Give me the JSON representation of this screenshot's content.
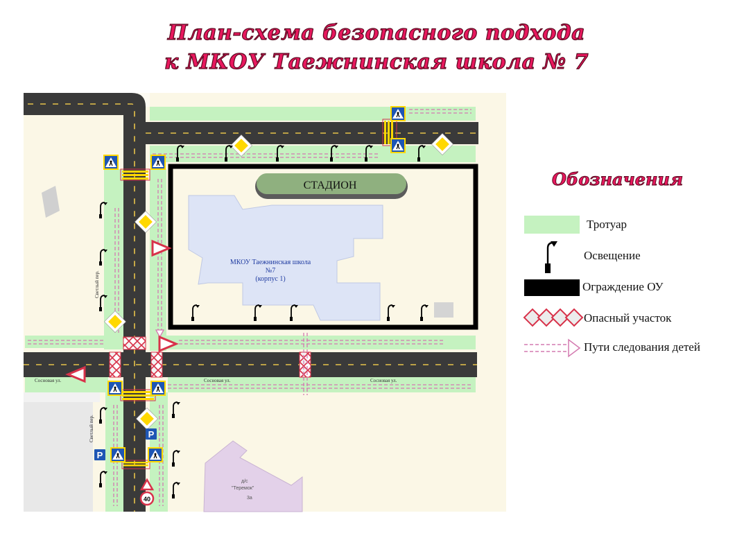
{
  "title": {
    "line1": "План-схема безопасного подхода",
    "line2": "к МКОУ Таежнинская школа № 7"
  },
  "map": {
    "stadium_label": "СТАДИОН",
    "school_label_line1": "МКОУ Таежнинская школа",
    "school_label_line2": "№7",
    "school_label_line3": "(корпус 1)",
    "street_sosnovaya_1": "Сосновая ул.",
    "street_sosnovaya_2": "Сосновая ул.",
    "street_sosnovaya_3": "Сосновая ул.",
    "street_svetly_1": "Светлый пер.",
    "street_svetly_2": "Светлый пер.",
    "kindergarten_line1": "д/с",
    "kindergarten_line2": "\"Теремок\"",
    "kindergarten_number": "3а",
    "speed_limit": "40",
    "parking_letter": "P"
  },
  "legend": {
    "title": "Обозначения",
    "items": [
      {
        "label": "Тротуар",
        "icon": "sidewalk-swatch"
      },
      {
        "label": "Освещение",
        "icon": "street-lamp-icon"
      },
      {
        "label": "Ограждение ОУ",
        "icon": "fence-swatch"
      },
      {
        "label": "Опасный участок",
        "icon": "danger-zone-icon"
      },
      {
        "label": "Пути следования детей",
        "icon": "route-arrow-icon"
      }
    ]
  },
  "colors": {
    "sidewalk": "#c5f2c0",
    "road": "#3a3a3a",
    "ground": "#fbf7e6",
    "school": "#dde4f6",
    "stadium": "#8fb07f",
    "fence": "#000000",
    "danger": "#d8324a",
    "route": "#d47ab0",
    "title": "#e8185e"
  }
}
